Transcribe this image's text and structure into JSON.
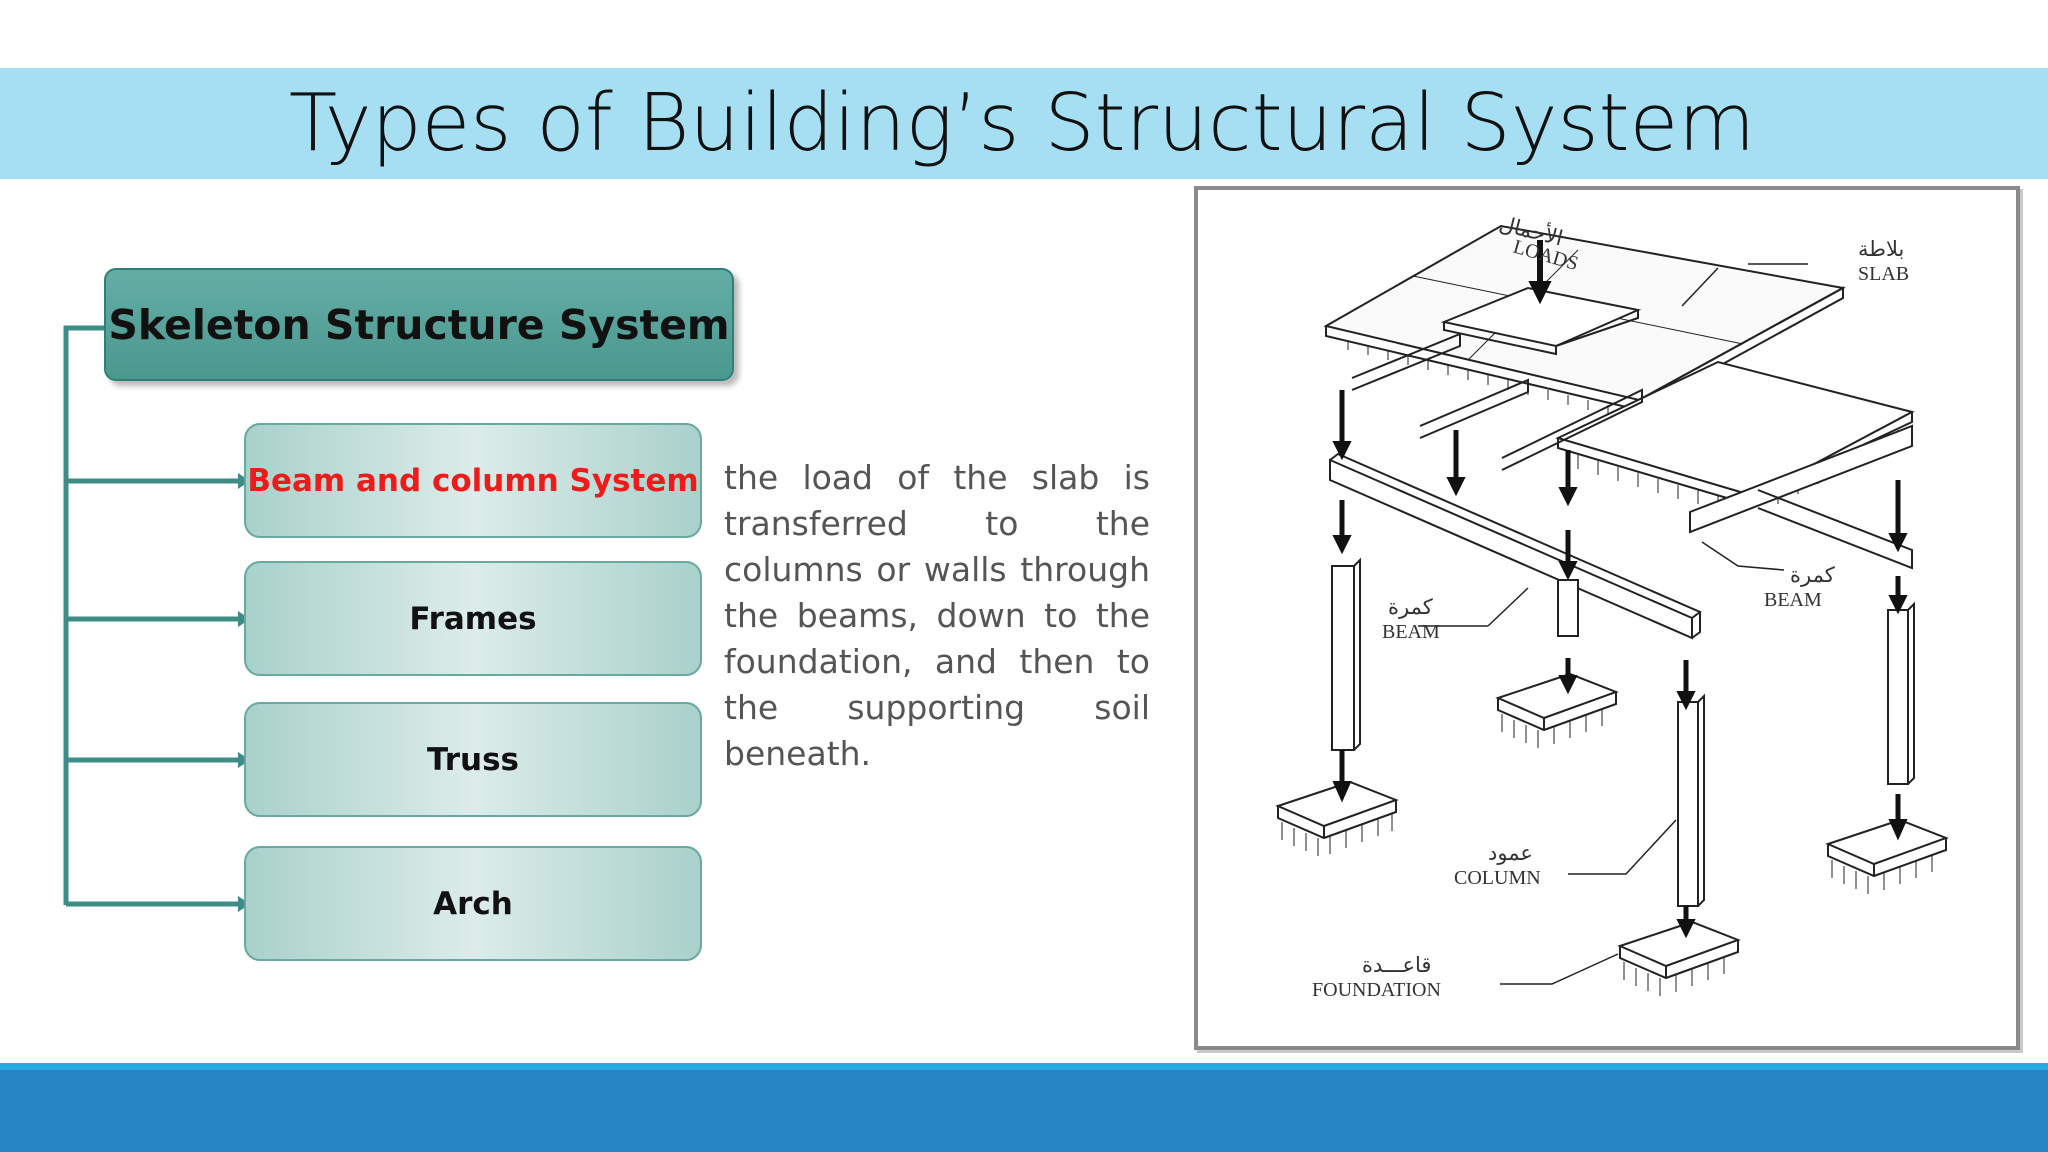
{
  "slide": {
    "title": "Types of Building’s Structural System",
    "main_category": "Skeleton Structure System",
    "sub_categories": [
      {
        "label": "Beam and column System",
        "active": true
      },
      {
        "label": "Frames",
        "active": false
      },
      {
        "label": "Truss",
        "active": false
      },
      {
        "label": "Arch",
        "active": false
      }
    ],
    "description": "the load of the slab is transferred to the columns or walls through the beams, down to the foundation, and then to the supporting soil beneath."
  },
  "figure": {
    "labels": {
      "loads_ar": "الأحمال",
      "loads": "LOADS",
      "slab_ar": "بلاطة",
      "slab": "SLAB",
      "beam_left_ar": "كمرة",
      "beam_left": "BEAM",
      "beam_right_ar": "كمرة",
      "beam_right": "BEAM",
      "column_ar": "عمود",
      "column": "COLUMN",
      "foundation_ar": "قاعـــدة",
      "foundation": "FOUNDATION"
    }
  },
  "colors": {
    "title_band": "#a6def2",
    "main_box": "#4f9d94",
    "sub_box": "#c4e0dc",
    "active_text": "#ee1b1b",
    "footer_light": "#28a9e1",
    "footer_dark": "#2784c5"
  }
}
